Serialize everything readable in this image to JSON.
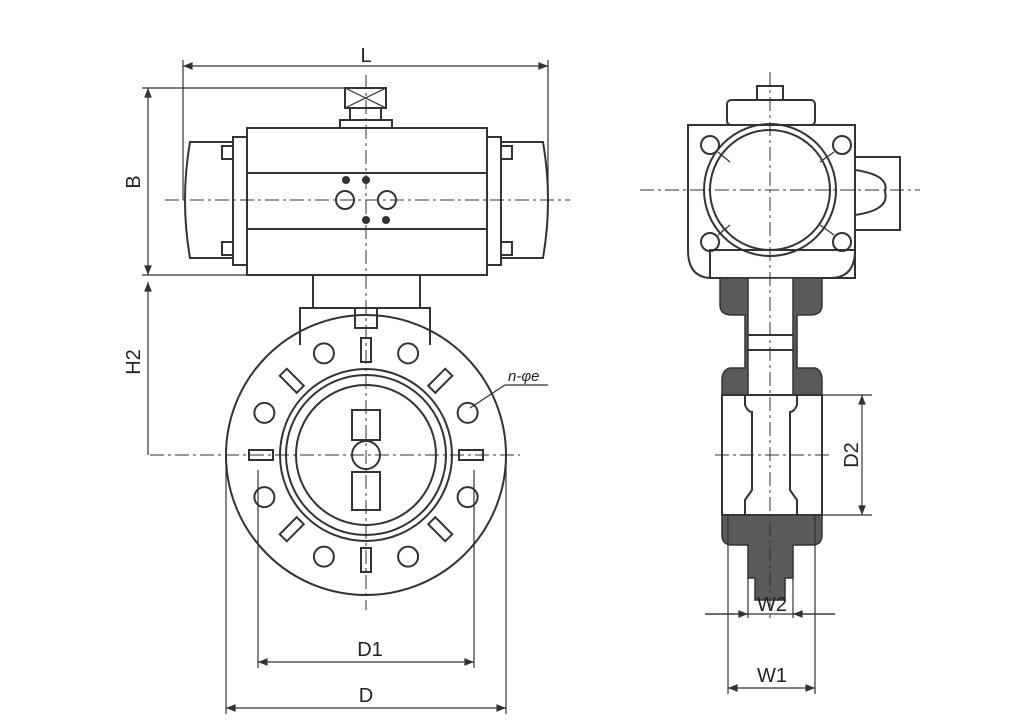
{
  "drawing": {
    "title": "Pneumatic actuated wafer butterfly valve dimension drawing",
    "labels": {
      "L": "L",
      "B": "B",
      "H2": "H2",
      "D1": "D1",
      "D": "D",
      "D2": "D2",
      "W1": "W1",
      "W2": "W2",
      "holes": "n-φe"
    },
    "colors": {
      "line": "#333333",
      "section": "#5a5a5a"
    }
  }
}
